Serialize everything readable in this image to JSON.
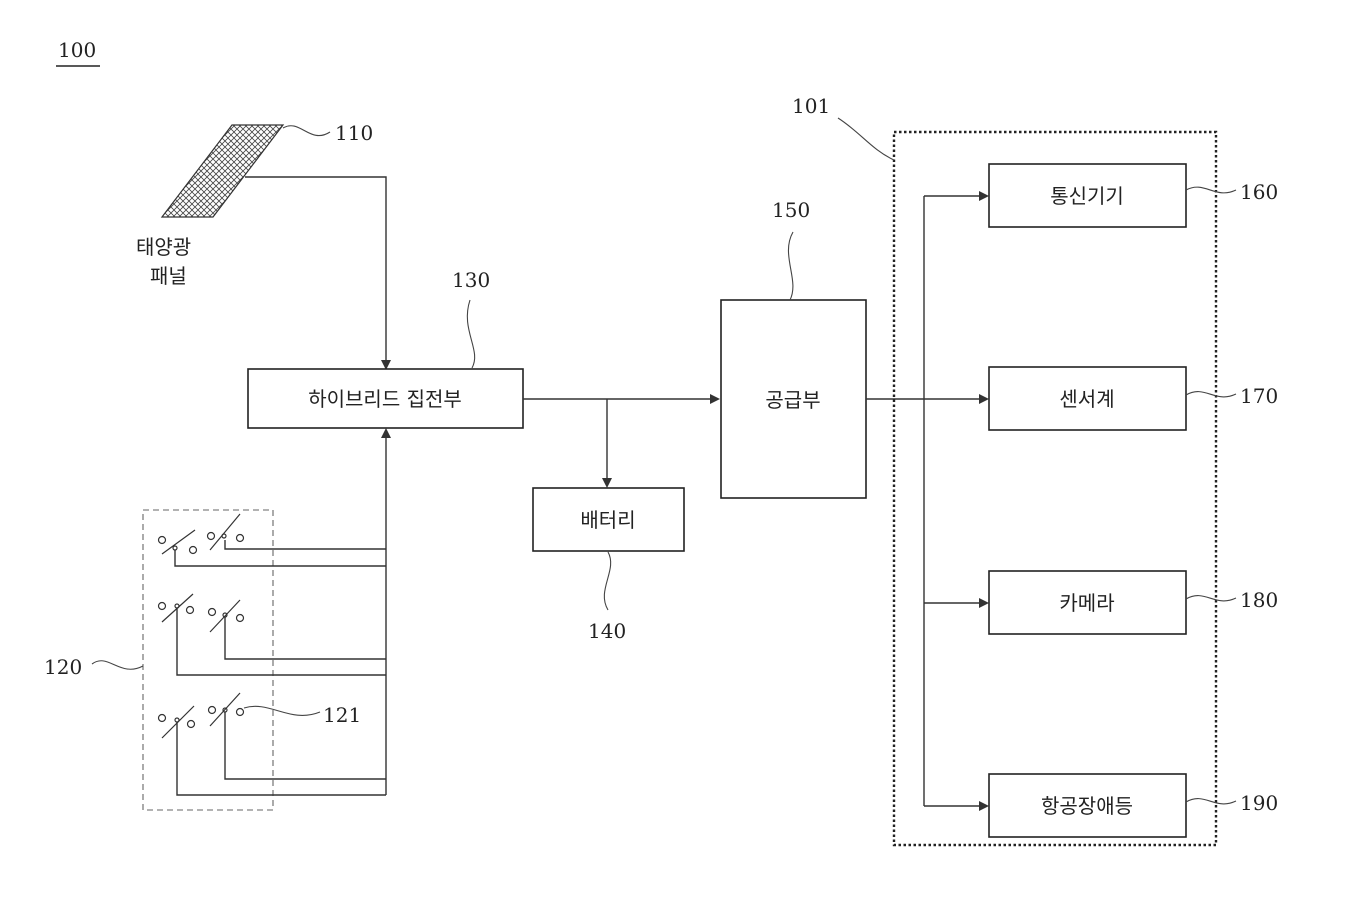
{
  "figure_label": "100",
  "solar_panel": {
    "ref": "110",
    "label_line1": "태양광",
    "label_line2": "패널"
  },
  "turbine_group": {
    "ref": "120",
    "turbine_ref": "121"
  },
  "hybrid_charger": {
    "ref": "130",
    "label": "하이브리드 집전부"
  },
  "battery": {
    "ref": "140",
    "label": "배터리"
  },
  "supply_unit": {
    "ref": "150",
    "label": "공급부"
  },
  "load_group": {
    "ref": "101"
  },
  "comm_device": {
    "ref": "160",
    "label": "통신기기"
  },
  "sensor": {
    "ref": "170",
    "label": "센서계"
  },
  "camera": {
    "ref": "180",
    "label": "카메라"
  },
  "aviation_light": {
    "ref": "190",
    "label": "항공장애등"
  }
}
